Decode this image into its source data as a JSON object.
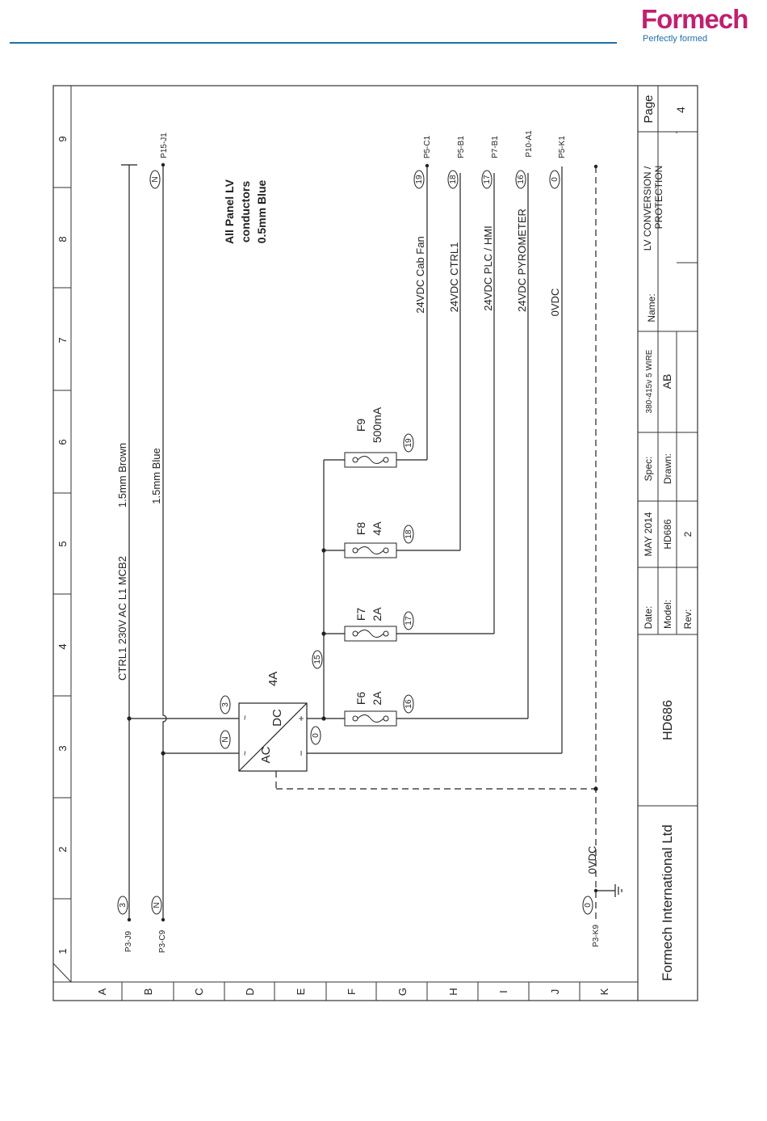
{
  "header": {
    "logo_name": "Formech",
    "logo_tagline": "Perfectly formed",
    "brand_color": "#c0206f",
    "rule_color": "#1f6fa8"
  },
  "grid": {
    "columns": [
      "1",
      "2",
      "3",
      "4",
      "5",
      "6",
      "7",
      "8",
      "9"
    ],
    "rows": [
      "A",
      "B",
      "C",
      "D",
      "E",
      "F",
      "G",
      "H",
      "I",
      "J",
      "K"
    ]
  },
  "supply": {
    "ctrl_label": "CTRL1 230V AC L1 MCB2",
    "brown_label": "1.5mm Brown",
    "blue_label": "1.5mm Blue",
    "note_line1": "All Panel LV",
    "note_line2": "conductors",
    "note_line3": "0.5mm Blue"
  },
  "terminals": {
    "p3_j9": "P3-J9",
    "p3_c9": "P3-C9",
    "p15_j1": "P15-J1",
    "p3_k9": "P3-K9",
    "p5_c1": "P5-C1",
    "p5_b1": "P5-B1",
    "p7_b1": "P7-B1",
    "p10_a1": "P10-A1",
    "p5_k1": "P5-K1",
    "zero_vdc": "0VDC"
  },
  "wire_numbers": {
    "w3": "3",
    "wN": "N",
    "w0": "0",
    "w15": "15",
    "w16": "16",
    "w17": "17",
    "w18": "18",
    "w19": "19"
  },
  "psu": {
    "rating": "4A",
    "ac": "AC",
    "dc": "DC",
    "tilde": "~",
    "plus": "+",
    "minus": "−"
  },
  "fuses": [
    {
      "id": "F6",
      "rating": "2A"
    },
    {
      "id": "F7",
      "rating": "2A"
    },
    {
      "id": "F8",
      "rating": "4A"
    },
    {
      "id": "F9",
      "rating": "500mA"
    }
  ],
  "outputs": {
    "cab_fan": "24VDC Cab Fan",
    "ctrl1": "24VDC CTRL1",
    "plc_hmi": "24VDC PLC / HMI",
    "pyrometer": "24VDC PYROMETER",
    "zero": "0VDC"
  },
  "title_block": {
    "company": "Formech International Ltd",
    "model_big": "HD686",
    "date_label": "Date:",
    "date_value": "MAY 2014",
    "model_label": "Model:",
    "model_value": "HD686",
    "rev_label": "Rev:",
    "rev_value": "2",
    "spec_label": "Spec:",
    "spec_value": "380-415v 5 WIRE",
    "drawn_label": "Drawn:",
    "drawn_value": "AB",
    "name_label": "Name:",
    "name_value_line1": "LV CONVERSION /",
    "name_value_line2": "PROTECTION",
    "page_label": "Page",
    "page_value": "4"
  }
}
